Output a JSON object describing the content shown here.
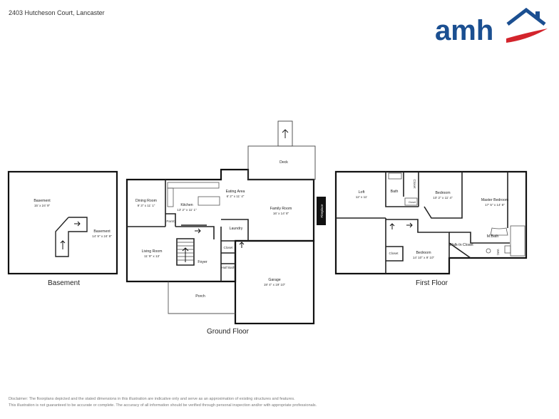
{
  "address": "2403 Hutcheson Court, Lancaster",
  "logo": {
    "text": "amh",
    "brand_color": "#1b4f91",
    "accent_color": "#d3242c"
  },
  "floors": {
    "basement": "Basement",
    "ground": "Ground Floor",
    "first": "First Floor"
  },
  "rooms": {
    "basement_main": {
      "name": "Basement",
      "dims": "15' x 24' 9\""
    },
    "basement_side": {
      "name": "Basement",
      "dims": "14' 9\" x 24' 8\""
    },
    "dining": {
      "name": "Dining Room",
      "dims": "9' 3\" x 11' 1\""
    },
    "kitchen": {
      "name": "Kitchen",
      "dims": "13' 2\" x 11' 1\""
    },
    "eating": {
      "name": "Eating Area",
      "dims": "6' 2\" x 11' 4\""
    },
    "deck": {
      "name": "Deck"
    },
    "family": {
      "name": "Family Room",
      "dims": "16' x 14' 8\""
    },
    "fireplace": {
      "name": "Fireplace"
    },
    "pantry": {
      "name": "Pantry"
    },
    "laundry": {
      "name": "Laundry"
    },
    "closet_g": {
      "name": "Closet"
    },
    "half_bath": {
      "name": "Half Bath"
    },
    "living": {
      "name": "Living Room",
      "dims": "11' 9\" x 13'"
    },
    "foyer": {
      "name": "Foyer"
    },
    "porch": {
      "name": "Porch"
    },
    "garage": {
      "name": "Garage",
      "dims": "19' 4\" x 19' 10\""
    },
    "loft": {
      "name": "Loft",
      "dims": "12' x 11'"
    },
    "bath": {
      "name": "Bath"
    },
    "closet_a": {
      "name": "Closet"
    },
    "closet_b": {
      "name": "Closet"
    },
    "closet_c": {
      "name": "Closet"
    },
    "bedroom1": {
      "name": "Bedroom",
      "dims": "10' 2\" x 11' 4\""
    },
    "master": {
      "name": "Master Bedroom",
      "dims": "17' 5\" x 14' 8\""
    },
    "mbath": {
      "name": "M.Bath"
    },
    "wic": {
      "name": "Walk-In Closet"
    },
    "wic_abbr": {
      "name": "WIC"
    },
    "bedroom2": {
      "name": "Bedroom",
      "dims": "14' 10\" x 9' 10\""
    }
  },
  "disclaimer": {
    "line1": "Disclaimer: The floorplans depicted and the stated dimensions in this illustration are indicative only and serve as an approximation of existing structures and features.",
    "line2": "This illustration is not guaranteed to be accurate or complete. The accuracy of all information should be verified through personal inspection and/or with appropriate professionals."
  }
}
